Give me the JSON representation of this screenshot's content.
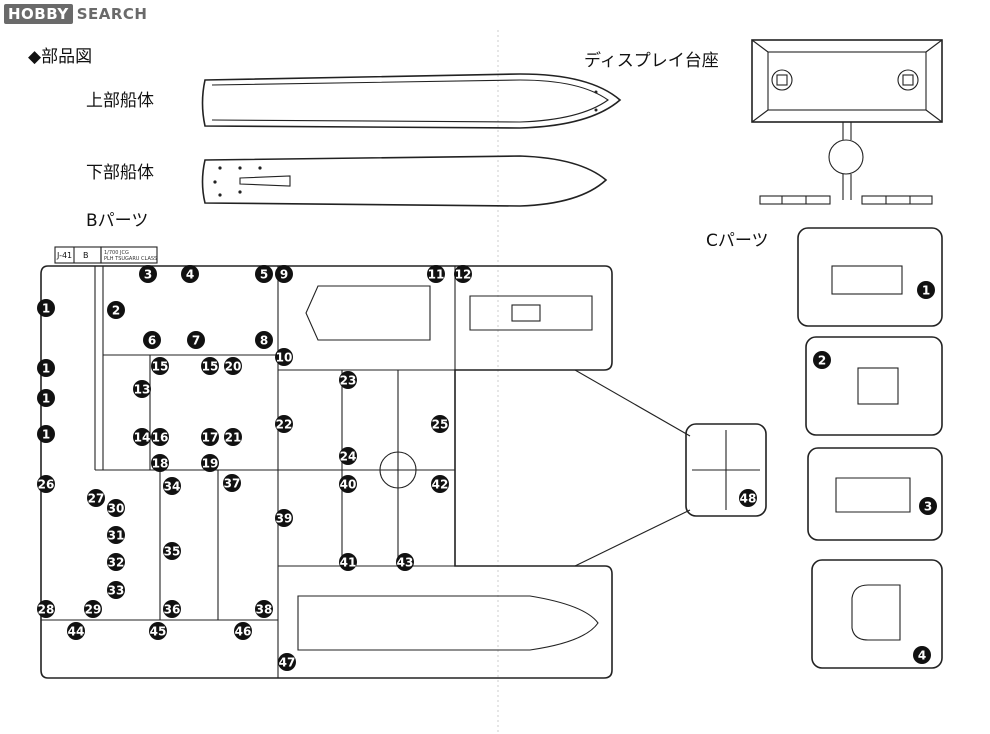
{
  "logo": {
    "mark": "HOBBY",
    "text": "SEARCH"
  },
  "section_title": "◆部品図",
  "labels": {
    "upper_hull": "上部船体",
    "lower_hull": "下部船体",
    "b_parts": "Bパーツ",
    "c_parts": "Cパーツ",
    "display_base": "ディスプレイ台座"
  },
  "spru_tag": {
    "code": "J-41",
    "letter": "B",
    "line1": "1/700 JCG",
    "line2": "PLH TSUGARU CLASS"
  },
  "b_part_numbers": [
    "1",
    "1",
    "1",
    "1",
    "2",
    "3",
    "4",
    "5",
    "6",
    "7",
    "8",
    "9",
    "10",
    "11",
    "12",
    "13",
    "14",
    "15",
    "15",
    "16",
    "17",
    "18",
    "19",
    "20",
    "21",
    "22",
    "23",
    "24",
    "25",
    "26",
    "27",
    "28",
    "29",
    "30",
    "31",
    "32",
    "33",
    "34",
    "35",
    "36",
    "37",
    "38",
    "39",
    "40",
    "41",
    "42",
    "43",
    "44",
    "45",
    "46",
    "47",
    "48"
  ],
  "c_part_numbers": [
    "1",
    "2",
    "3",
    "4"
  ]
}
